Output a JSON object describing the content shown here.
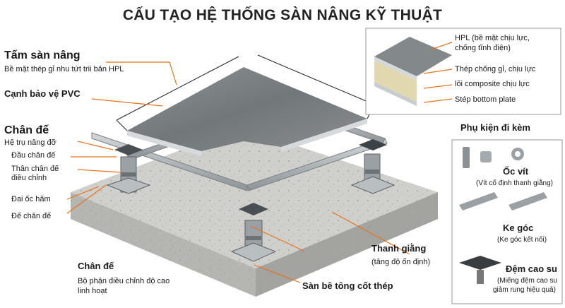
{
  "title": "CẤU TẠO HỆ THỐNG SÀN NÂNG KỸ THUẬT",
  "labels": {
    "tam_san_nang": "Tấm sàn nâng",
    "tam_san_nang_sub": "Bề mặt thép gỉ nhu tứt trii bản HPL",
    "canh_bao_ve": "Cạnh bảo vệ PVC",
    "chan_de": "Chân đế",
    "chan_de_sub": "Hệ trụ nâng đỡ",
    "dau_chan_de": "Đầu chân đế",
    "than_chan_de_1": "Thân chân đế",
    "than_chan_de_2": "điều chỉnh",
    "dai_oc_ham": "Đai ốc hãm",
    "de_chan_de": "Đế chân đế",
    "chan_de_2": "Chân đế",
    "chan_de_2_sub1": "Bộ phận điều chỉnh độ cao",
    "chan_de_2_sub2": "linh hoạt",
    "thanh_giang": "Thanh giằng",
    "thanh_giang_sub": "(tăng độ ổn định)",
    "san_be_tong": "Sàn bê tông cốt thép"
  },
  "layers": {
    "hpl_1": "HPL (bề mặt chịu lực,",
    "hpl_2": "chống tĩnh điện)",
    "thep": "Thép chống gỉ, chịu lực",
    "loi": "lõi composite chịu lực",
    "step": "Stép bottom plate"
  },
  "accessories": {
    "heading": "Phụ kiện đi kèm",
    "oc_vit": "Ốc vít",
    "oc_vit_sub": "(Vít cố định thanh giằng)",
    "ke_goc": "Ke góc",
    "ke_goc_sub": "(Ke góc kết nối)",
    "dem_cao_su": "Đệm cao su",
    "dem_sub1": "(Miếng đệm cao su",
    "dem_sub2": "giảm rung hiệu quả)"
  },
  "colors": {
    "accent": "#e8721c",
    "concrete": "#c9c9c6",
    "tile": "#7d8184",
    "steel": "#a7adb2"
  }
}
